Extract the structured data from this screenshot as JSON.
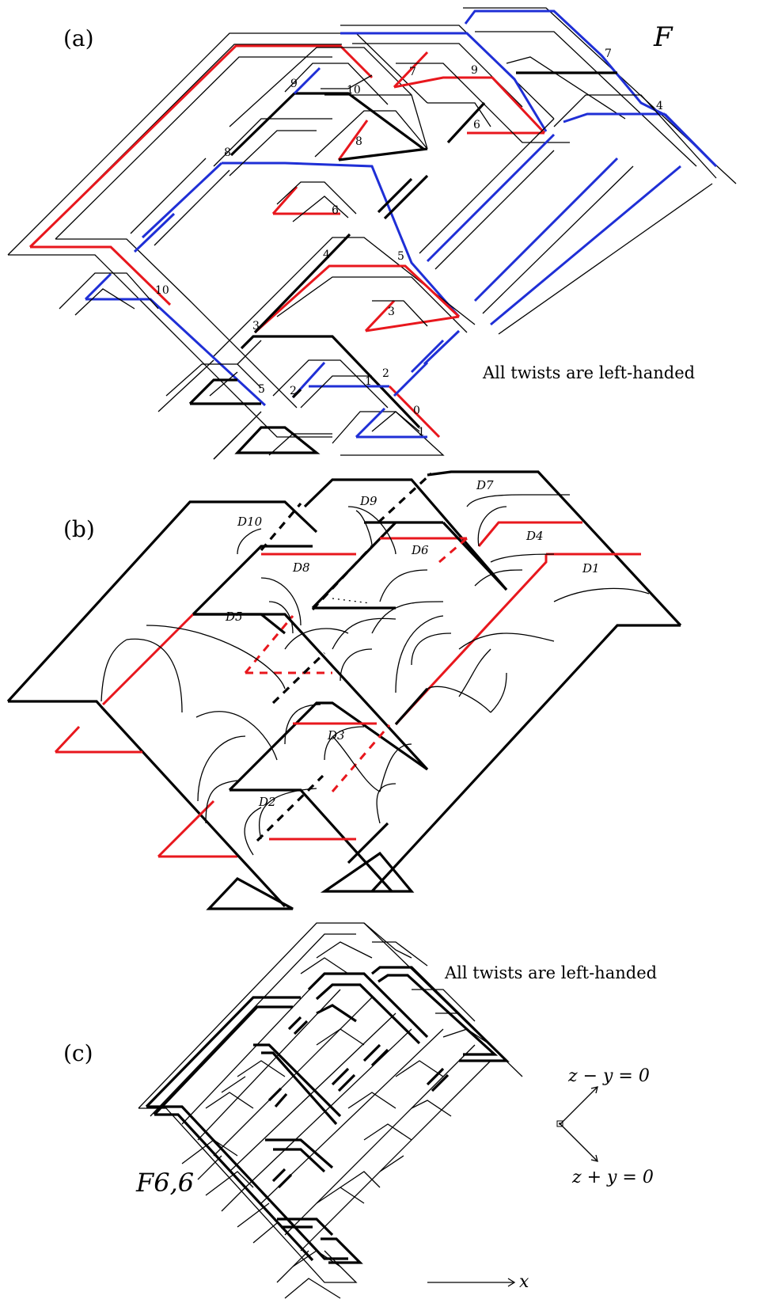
{
  "panels": {
    "a": {
      "label": "(a)",
      "surface_name": "F",
      "note": "All twists are left-handed",
      "crossing_labels": [
        "9",
        "10",
        "8",
        "7",
        "9",
        "6",
        "7",
        "4",
        "8",
        "6",
        "4",
        "5",
        "10",
        "3",
        "3",
        "2",
        "1",
        "2",
        "5",
        "0",
        "1"
      ]
    },
    "b": {
      "label": "(b)",
      "disk_labels": [
        "D10",
        "D9",
        "D7",
        "D8",
        "D6",
        "D4",
        "D1",
        "D5",
        "D3",
        "D2"
      ]
    },
    "c": {
      "label": "(c)",
      "surface_name": "F6,6",
      "note": "All twists are left-handed",
      "axes": {
        "upper": "z − y = 0",
        "lower": "z + y = 0",
        "horizontal": "x"
      }
    }
  },
  "colors": {
    "red": "#e8171d",
    "blue": "#1f2fd6",
    "black": "#000000"
  }
}
